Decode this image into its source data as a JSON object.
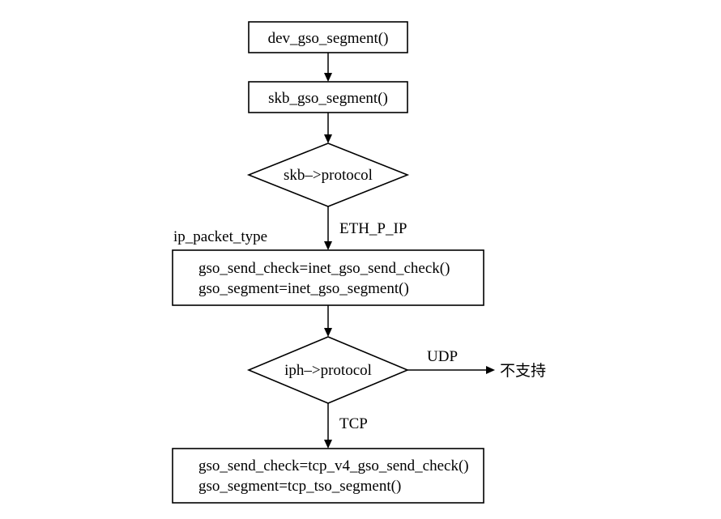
{
  "nodes": {
    "dev_gso_segment": "dev_gso_segment()",
    "skb_gso_segment": "skb_gso_segment()",
    "skb_protocol": "skb–>protocol",
    "ip_packet_type_box": {
      "line1": "gso_send_check=inet_gso_send_check()",
      "line2": "gso_segment=inet_gso_segment()"
    },
    "iph_protocol": "iph–>protocol",
    "tcp_box": {
      "line1": "gso_send_check=tcp_v4_gso_send_check()",
      "line2": "gso_segment=tcp_tso_segment()"
    },
    "not_supported": "不支持"
  },
  "labels": {
    "eth_p_ip": "ETH_P_IP",
    "ip_packet_type": "ip_packet_type",
    "udp": "UDP",
    "tcp": "TCP"
  }
}
